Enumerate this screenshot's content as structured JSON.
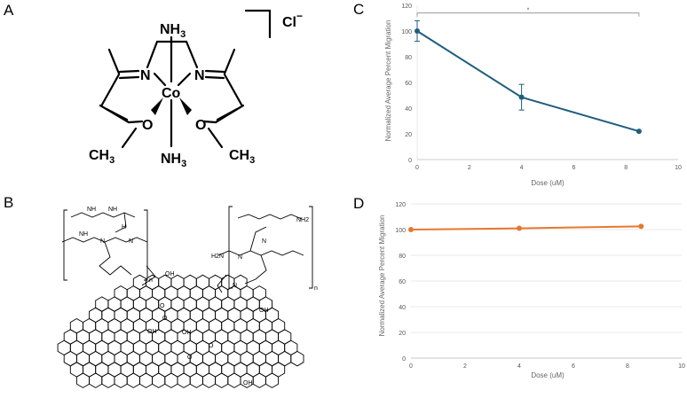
{
  "panels": {
    "a": "A",
    "b": "B",
    "c": "C",
    "d": "D"
  },
  "structure_a": {
    "nh3_top": "NH",
    "nh3_top_sub": "3",
    "nh3_bottom": "NH",
    "nh3_bottom_sub": "3",
    "metal": "Co",
    "n_left": "N",
    "n_right": "N",
    "o_left": "O",
    "o_right": "O",
    "ch3_left": "CH",
    "ch3_left_sub": "3",
    "ch3_right": "CH",
    "ch3_right_sub": "3",
    "counter_ion": "Cl",
    "counter_charge": "−"
  },
  "structure_b": {
    "amine_labels": [
      "NH",
      "NH",
      "NH",
      "H",
      "N",
      "N",
      "N",
      "N",
      "NH2",
      "H2N",
      "N"
    ],
    "subscript_n": "n",
    "groups": [
      "OH",
      "OH",
      "OH",
      "OH",
      "OH",
      "O",
      "O",
      "O",
      "O"
    ]
  },
  "chart_data": [
    {
      "type": "line",
      "panel": "C",
      "xlabel": "Dose (uM)",
      "ylabel": "Normalized Average Percent Migration",
      "xlim": [
        0,
        10
      ],
      "ylim": [
        0,
        120
      ],
      "xticks": [
        0,
        2,
        4,
        6,
        8,
        10
      ],
      "yticks": [
        0,
        20,
        40,
        60,
        80,
        100,
        120
      ],
      "series": [
        {
          "x": [
            0,
            4,
            8.5
          ],
          "y": [
            100,
            48.5,
            22
          ],
          "err": [
            8,
            10,
            0
          ],
          "color": "#1f5d80"
        }
      ],
      "significance": {
        "x1": 0,
        "x2": 8.5,
        "y": 114,
        "label": "*"
      }
    },
    {
      "type": "line",
      "panel": "D",
      "xlabel": "Dose (uM)",
      "ylabel": "Normalized Average Percent Migration",
      "xlim": [
        0,
        10
      ],
      "ylim": [
        0,
        120
      ],
      "xticks": [
        0,
        2,
        4,
        6,
        8,
        10
      ],
      "yticks": [
        0,
        20,
        40,
        60,
        80,
        100,
        120
      ],
      "series": [
        {
          "x": [
            0,
            4,
            8.5
          ],
          "y": [
            100,
            101,
            102.5
          ],
          "color": "#e8772e"
        }
      ]
    }
  ]
}
